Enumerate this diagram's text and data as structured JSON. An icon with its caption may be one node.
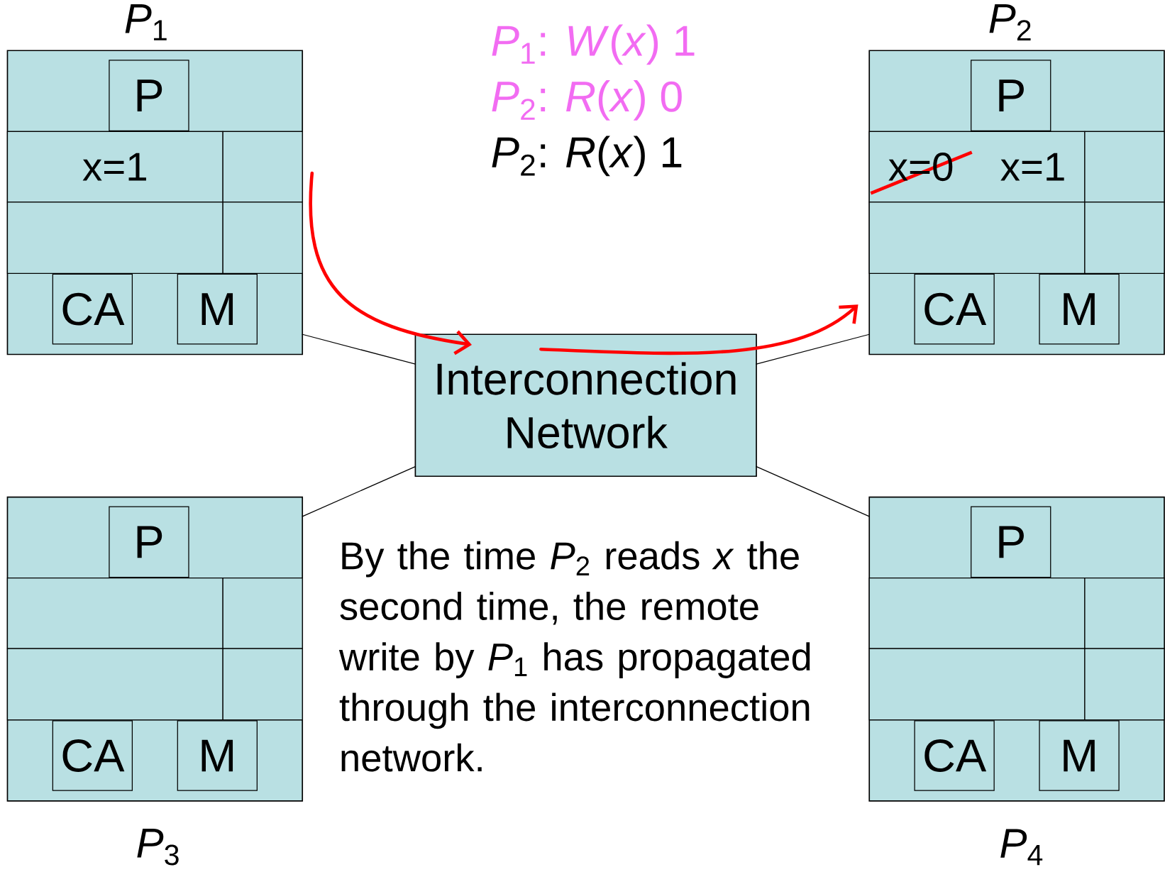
{
  "diagram": {
    "nodes": [
      {
        "text": [
          "*P*$_{1}$"
        ]
      },
      {
        "text": [
          "P"
        ],
        "in": 0
      },
      {
        "text": [
          "x=1"
        ],
        "in": 0
      },
      {
        "text": [],
        "shape": "box",
        "in": 0
      },
      {
        "text": [],
        "shape": "box",
        "in": 0
      },
      {
        "text": [],
        "shape": "box",
        "in": 0
      },
      {
        "text": [
          "CA"
        ],
        "in": 0
      },
      {
        "text": [
          "M"
        ],
        "in": 0
      },
      {
        "text": [
          "*P*$_{2}$"
        ]
      },
      {
        "text": [
          "P"
        ],
        "in": 8
      },
      {
        "text": [
          "x=0",
          "x=1"
        ],
        "in": 8
      },
      {
        "text": [],
        "shape": "box",
        "in": 8
      },
      {
        "text": [],
        "shape": "box",
        "in": 8
      },
      {
        "text": [],
        "shape": "box",
        "in": 8
      },
      {
        "text": [
          "CA"
        ],
        "in": 8
      },
      {
        "text": [
          "M"
        ],
        "in": 8
      },
      {
        "text": [
          "Interconnection Network"
        ]
      },
      {
        "text": [
          "*P*$_{3}$"
        ]
      },
      {
        "text": [
          "P"
        ],
        "in": 17
      },
      {
        "text": [],
        "shape": "box",
        "in": 17
      },
      {
        "text": [],
        "shape": "box",
        "in": 17
      },
      {
        "text": [],
        "shape": "box",
        "in": 17
      },
      {
        "text": [],
        "shape": "box",
        "in": 17
      },
      {
        "text": [
          "CA"
        ],
        "in": 17
      },
      {
        "text": [
          "M"
        ],
        "in": 17
      },
      {
        "text": [
          "*P*$_{4}$"
        ]
      },
      {
        "text": [
          "P"
        ],
        "in": 25
      },
      {
        "text": [],
        "shape": "box",
        "in": 25
      },
      {
        "text": [],
        "shape": "box",
        "in": 25
      },
      {
        "text": [],
        "shape": "box",
        "in": 25
      },
      {
        "text": [],
        "shape": "box",
        "in": 25
      },
      {
        "text": [
          "CA"
        ],
        "in": 25
      },
      {
        "text": [
          "M"
        ],
        "in": 25
      }
    ],
    "edges": [
      {
        "from": 0,
        "to": 16,
        "arrow": "none"
      },
      {
        "from": 8,
        "to": 16,
        "arrow": "none"
      },
      {
        "from": 17,
        "to": 16,
        "arrow": "none"
      },
      {
        "from": 25,
        "to": 16,
        "arrow": "none"
      },
      {
        "from": 0,
        "to": 16,
        "arrow": "to",
        "style": "thick",
        "color": "#ff0000"
      },
      {
        "from": 16,
        "to": 8,
        "arrow": "to",
        "style": "thick",
        "color": "#ff0000"
      }
    ],
    "labels": [
      "*P*$_{1}$: *W*(*x*) 1",
      "*P*$_{2}$: *R*(*x*) 0",
      "*P*$_{2}$: *R*(*x*) 1",
      "By the time *P*$_{2}$ reads *x* the second time, the remote write by *P*$_{1}$ has propagated through the interconnection network."
    ]
  }
}
